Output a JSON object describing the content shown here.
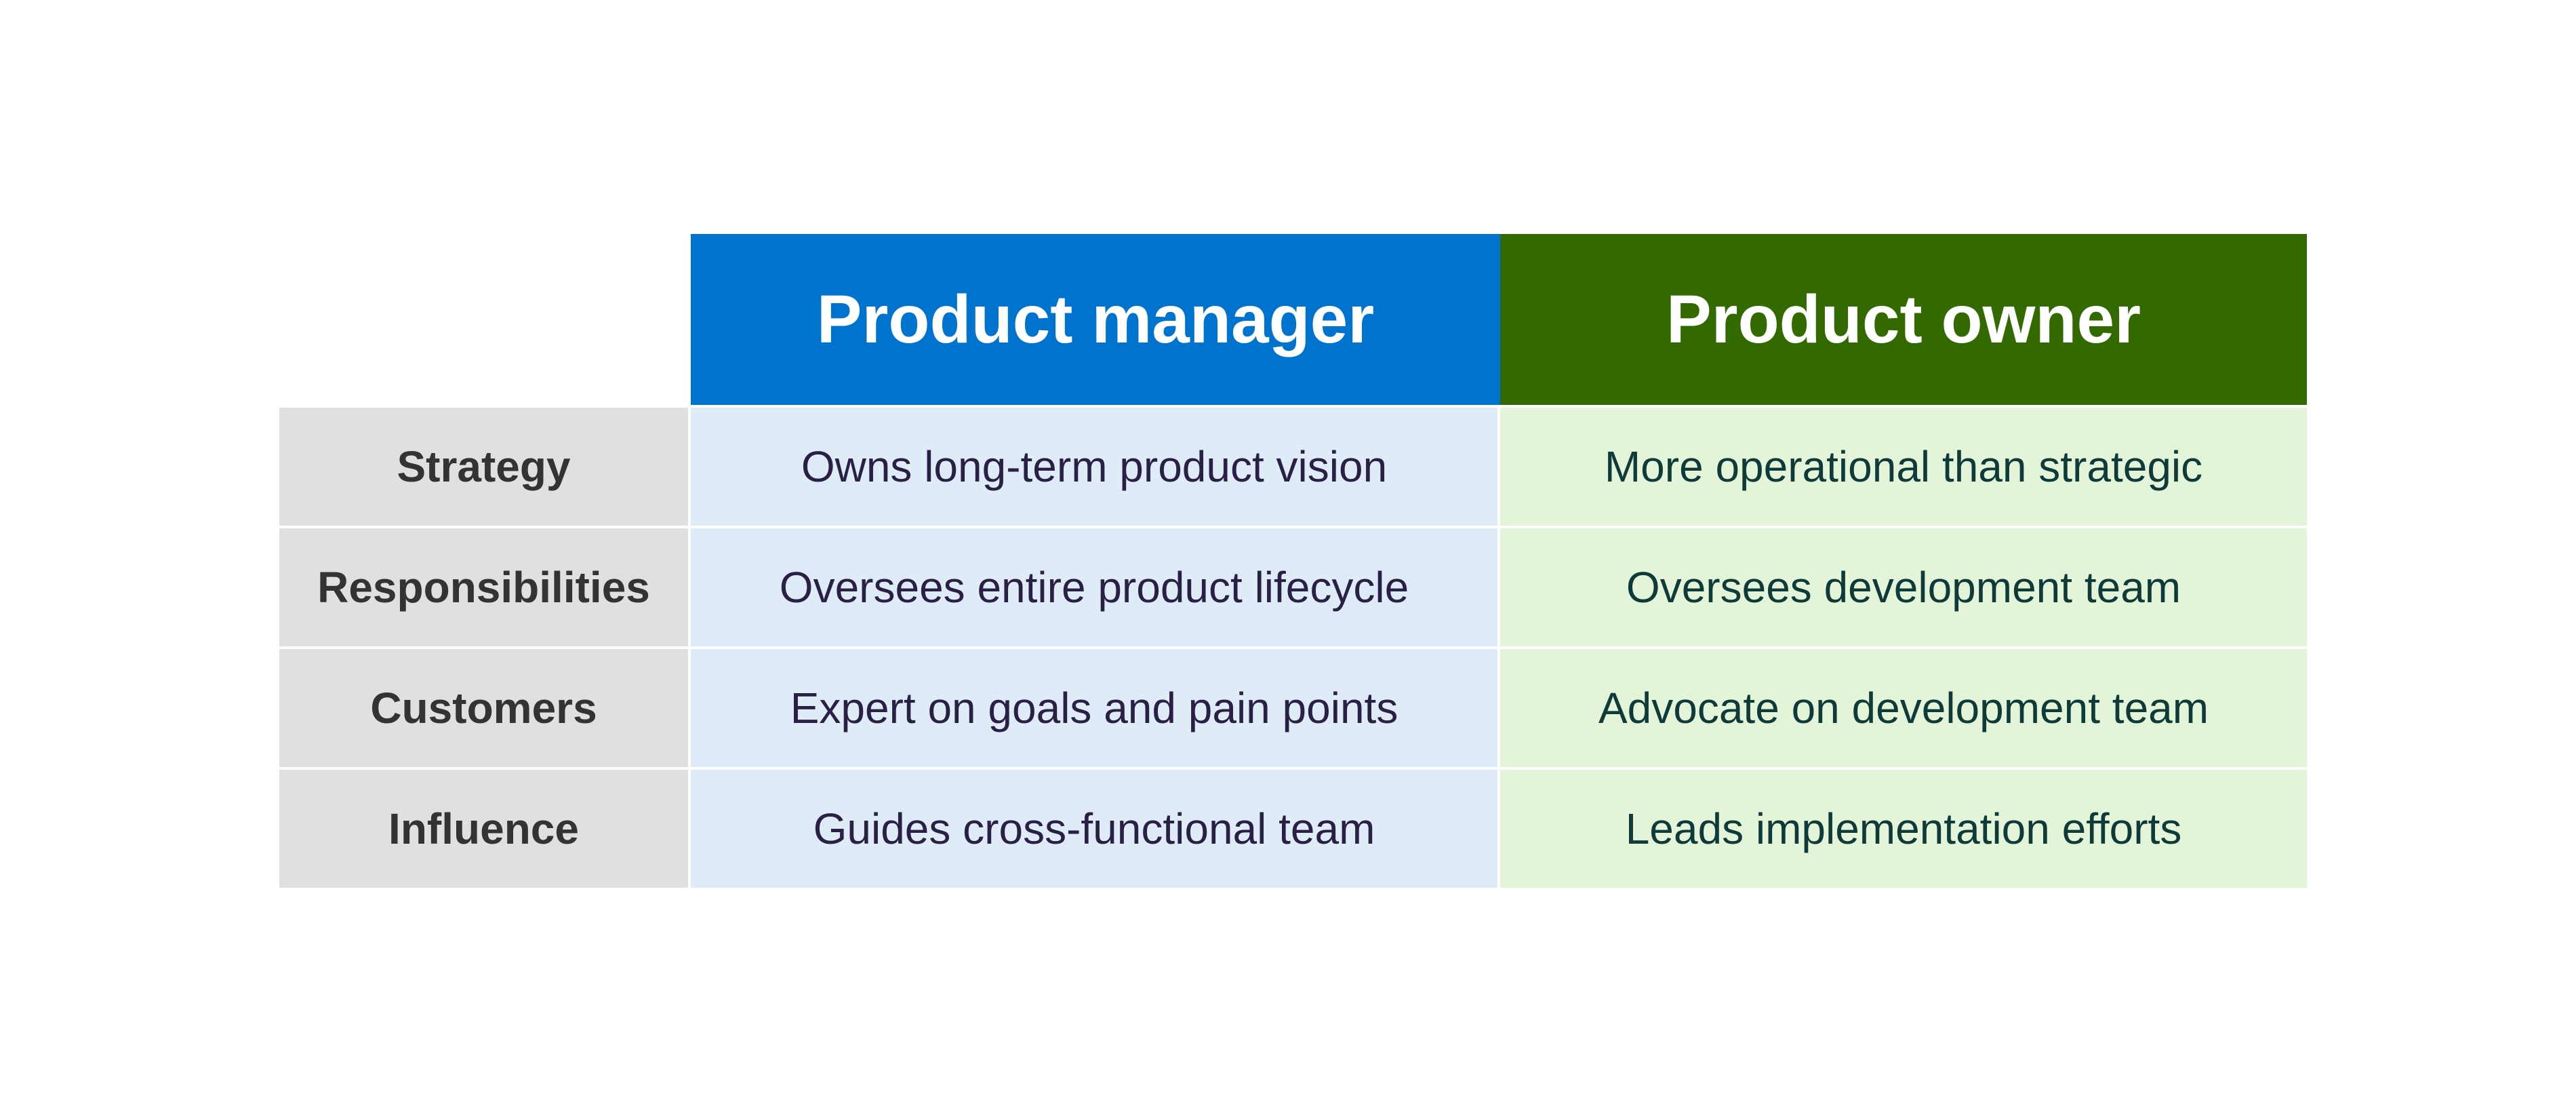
{
  "colors": {
    "pm_header": "#0073CF",
    "po_header": "#336A00",
    "row_label_bg": "#E0E0E0",
    "pm_cell_bg": "#DFECF8",
    "po_cell_bg": "#E4F4D8"
  },
  "table": {
    "headers": {
      "product_manager": "Product manager",
      "product_owner": "Product owner"
    },
    "rows": [
      {
        "label": "Strategy",
        "product_manager": "Owns long-term product vision",
        "product_owner": "More operational than strategic"
      },
      {
        "label": "Responsibilities",
        "product_manager": "Oversees entire product lifecycle",
        "product_owner": "Oversees development team"
      },
      {
        "label": "Customers",
        "product_manager": "Expert on goals and pain points",
        "product_owner": "Advocate on development team"
      },
      {
        "label": "Influence",
        "product_manager": "Guides cross-functional team",
        "product_owner": "Leads implementation efforts"
      }
    ]
  }
}
